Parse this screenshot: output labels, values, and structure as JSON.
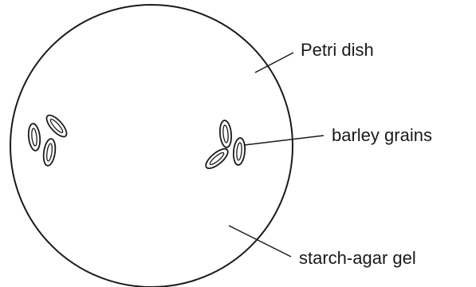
{
  "diagram": {
    "labels": {
      "petri_dish": "Petri dish",
      "barley_grains": "barley grains",
      "agar_gel": "starch-agar gel"
    }
  }
}
